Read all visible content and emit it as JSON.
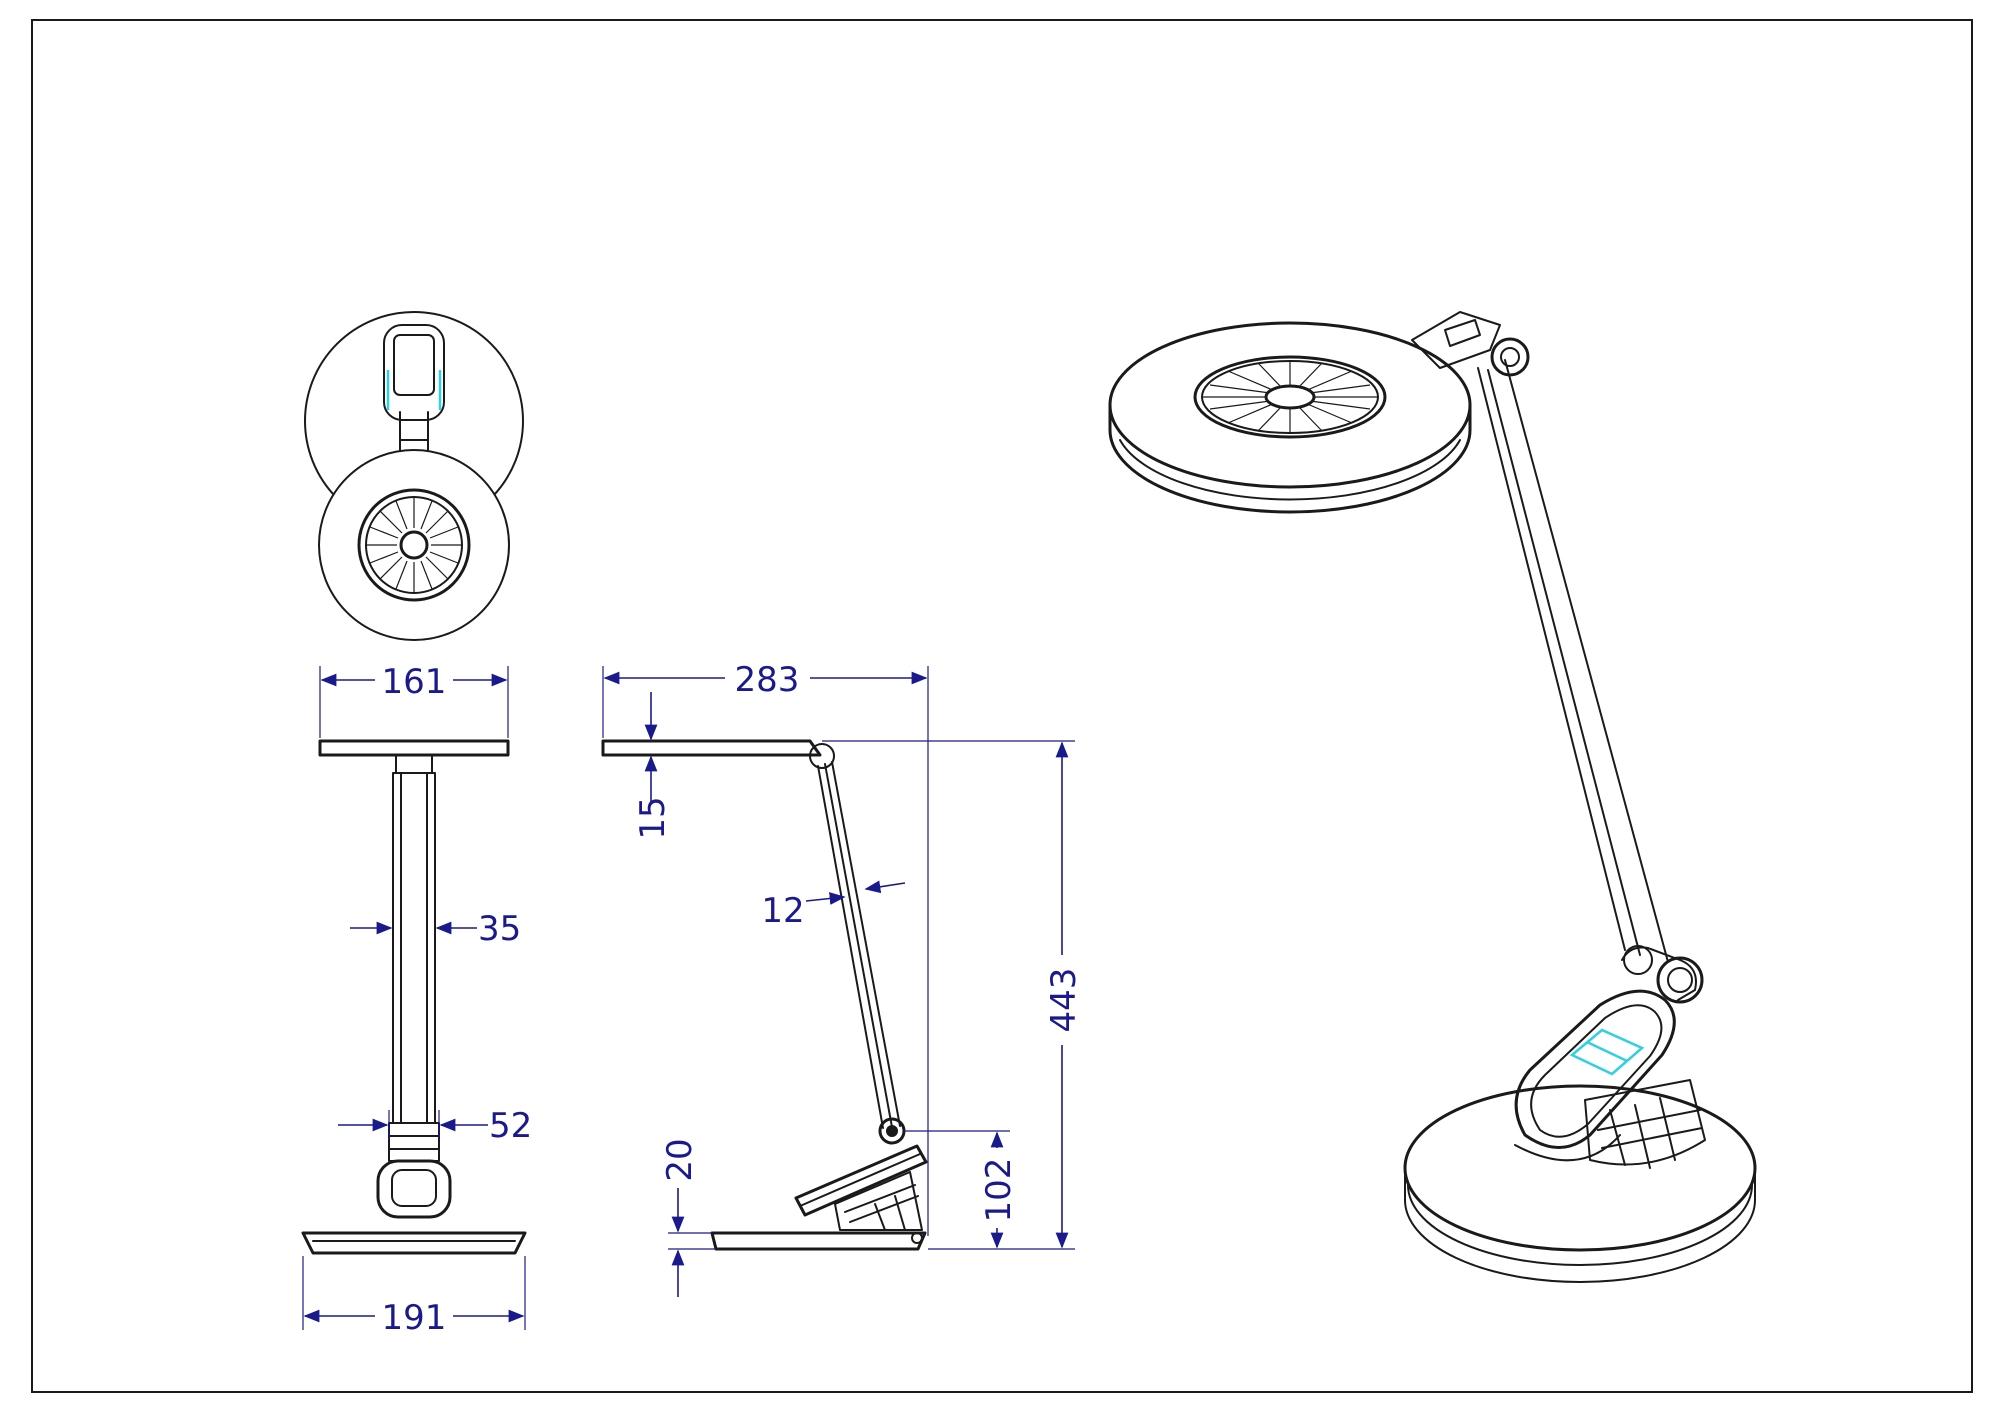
{
  "drawing": {
    "line_color": "#1a1a1a",
    "dimension_color": "#1a1a8c",
    "accent_color": "#2fd0e0",
    "background": "#ffffff"
  },
  "dimensions": {
    "front_head_width": "161",
    "side_total_depth": "283",
    "head_thickness": "15",
    "arm_width_front": "35",
    "arm_width_side": "12",
    "total_height": "443",
    "hinge_width": "52",
    "base_thickness": "20",
    "hinge_height": "102",
    "base_width": "191"
  }
}
